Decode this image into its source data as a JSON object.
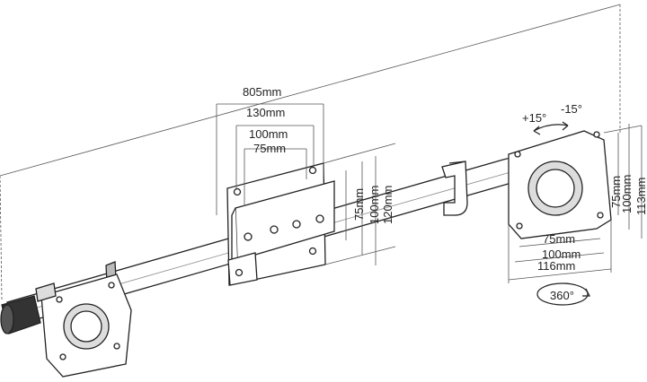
{
  "diagram": {
    "labels": {
      "overall_width": "805mm",
      "plate_130": "130mm",
      "plate_100": "100mm",
      "plate_75": "75mm",
      "plate_v75": "75mm",
      "plate_v100": "100mm",
      "plate_v120": "120mm",
      "tilt_plus": "+15°",
      "tilt_minus": "-15°",
      "head_v75": "75mm",
      "head_v100": "100mm",
      "head_v113": "113mm",
      "head_h75": "75mm",
      "head_h100": "100mm",
      "head_h116": "116mm",
      "rotation": "360°"
    },
    "colors": {
      "line": "#222222",
      "dim_line": "#555555",
      "fill": "#ffffff",
      "shade": "#cfcfcf"
    }
  }
}
